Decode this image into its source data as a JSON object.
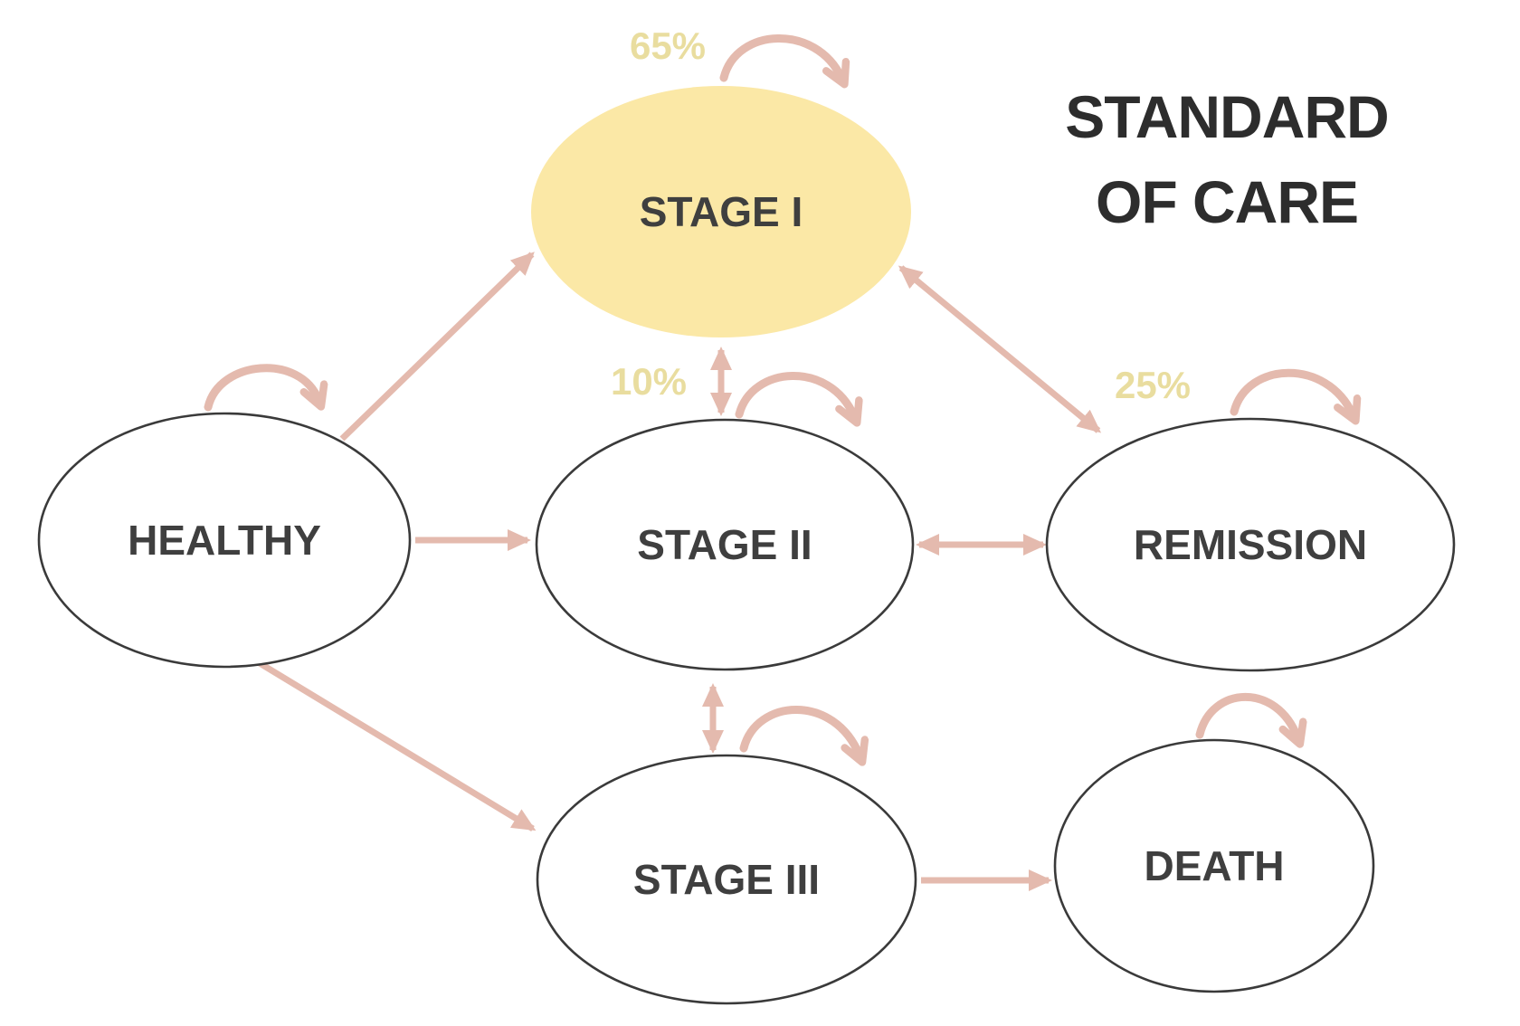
{
  "title": {
    "line1": "STANDARD",
    "line2": "OF CARE"
  },
  "nodes": {
    "stage1": {
      "label": "STAGE I",
      "highlighted": true
    },
    "healthy": {
      "label": "HEALTHY",
      "highlighted": false
    },
    "stage2": {
      "label": "STAGE II",
      "highlighted": false
    },
    "remission": {
      "label": "REMISSION",
      "highlighted": false
    },
    "stage3": {
      "label": "STAGE III",
      "highlighted": false
    },
    "death": {
      "label": "DEATH",
      "highlighted": false
    }
  },
  "probabilities": {
    "stage1_self": "65%",
    "stage1_stage2": "10%",
    "remission_self": "25%"
  },
  "edges": [
    {
      "from": "healthy",
      "to": "stage1",
      "type": "one-way"
    },
    {
      "from": "healthy",
      "to": "stage2",
      "type": "one-way"
    },
    {
      "from": "healthy",
      "to": "stage3",
      "type": "one-way"
    },
    {
      "from": "stage1",
      "to": "stage2",
      "type": "two-way",
      "label": "10%"
    },
    {
      "from": "stage1",
      "to": "remission",
      "type": "two-way"
    },
    {
      "from": "stage2",
      "to": "remission",
      "type": "two-way"
    },
    {
      "from": "stage2",
      "to": "stage3",
      "type": "two-way"
    },
    {
      "from": "stage3",
      "to": "death",
      "type": "one-way"
    },
    {
      "from": "healthy",
      "to": "healthy",
      "type": "self"
    },
    {
      "from": "stage1",
      "to": "stage1",
      "type": "self",
      "label": "65%"
    },
    {
      "from": "stage2",
      "to": "stage2",
      "type": "self"
    },
    {
      "from": "remission",
      "to": "remission",
      "type": "self",
      "label": "25%"
    },
    {
      "from": "stage3",
      "to": "stage3",
      "type": "self"
    },
    {
      "from": "death",
      "to": "death",
      "type": "self"
    }
  ],
  "colors": {
    "arrow_pink": "#E4BAAE",
    "node_fill_highlight": "#FBE8A6",
    "percent_text": "#E9DD9F",
    "node_outline": "#3A3A3A",
    "node_text": "#3F3F3F",
    "title_text": "#2D2D2D",
    "background": "#FFFFFF"
  }
}
